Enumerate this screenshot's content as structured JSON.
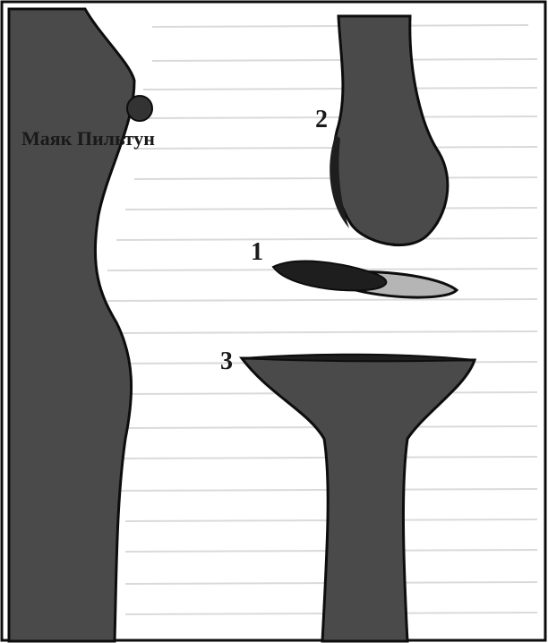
{
  "figure": {
    "place_label": "Маяк Пильтун",
    "markers": [
      "1",
      "2",
      "3"
    ],
    "colors": {
      "land": "#4a4a4a",
      "outline": "#0d0d0d",
      "dark_shade": "#1e1e1e",
      "light_shade": "#b5b5b5",
      "lighthouse": "#333333",
      "background": "#ffffff",
      "background_text": "#bdbdbd"
    },
    "icons": {
      "lighthouse": "lighthouse-dot-icon"
    }
  }
}
